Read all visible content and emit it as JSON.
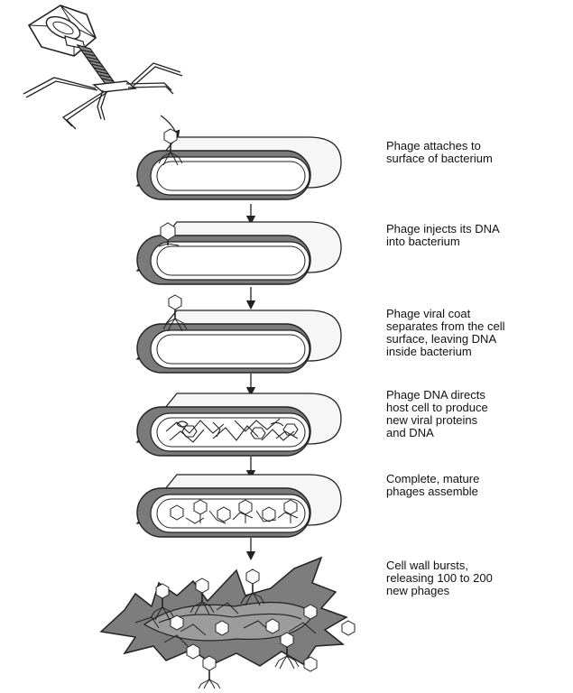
{
  "steps": [
    {
      "lines": [
        "Phage attaches to",
        "surface of bacterium"
      ]
    },
    {
      "lines": [
        "Phage injects its DNA",
        "into bacterium"
      ]
    },
    {
      "lines": [
        "Phage viral coat",
        "separates from the cell",
        "surface, leaving DNA",
        "inside bacterium"
      ]
    },
    {
      "lines": [
        "Phage DNA directs",
        "host cell to produce",
        "new viral proteins",
        "and DNA"
      ]
    },
    {
      "lines": [
        "Complete, mature",
        "phages assemble"
      ]
    },
    {
      "lines": [
        "Cell wall bursts,",
        "releasing 100 to 200",
        "new phages"
      ]
    }
  ]
}
